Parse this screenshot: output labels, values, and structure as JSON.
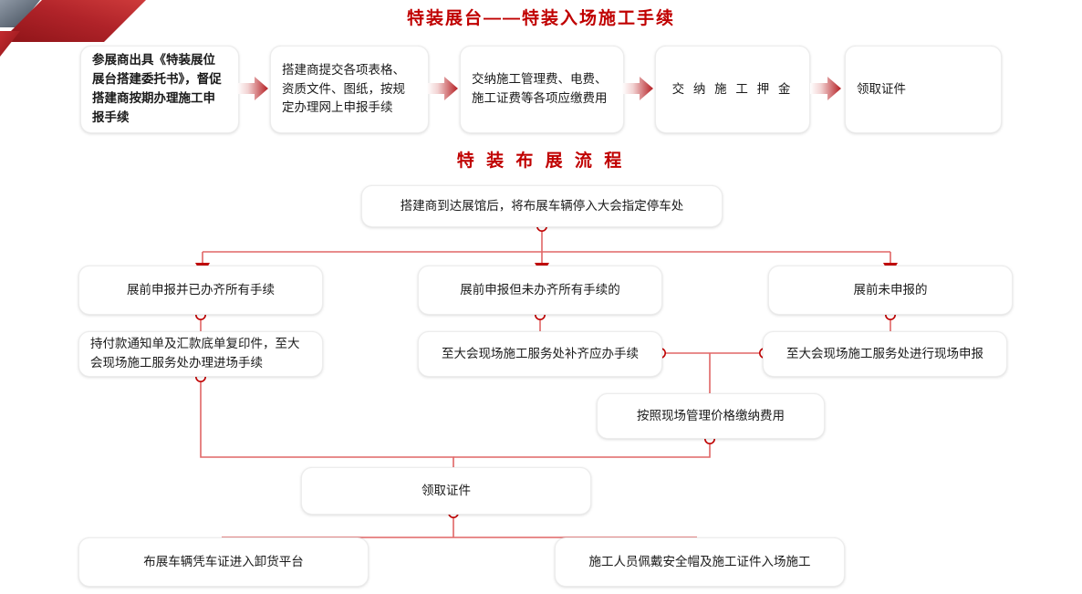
{
  "page": {
    "title_main": "特装展台——特装入场施工手续",
    "title_second": "特 装 布 展 流 程",
    "accent_red": "#C00000",
    "line_red": "#E06666",
    "arrowhead_red": "#C00000",
    "box_border": "#EDEDED",
    "corner_red_dark": "#9E1B20",
    "corner_red_light": "#C0272D",
    "corner_slate_dark": "#3F4A57",
    "corner_slate_light": "#8F99A6"
  },
  "procedure_flow": {
    "steps": [
      {
        "id": "step-1",
        "text": "参展商出具《特装展位展台搭建委托书》，督促搭建商按期办理施工申报手续",
        "align": "left",
        "bold": true
      },
      {
        "id": "step-2",
        "text": "搭建商提交各项表格、资质文件、图纸，按规定办理网上申报手续",
        "align": "left",
        "bold": false
      },
      {
        "id": "step-3",
        "text": "交纳施工管理费、电费、施工证费等各项应缴费用",
        "align": "left",
        "bold": false
      },
      {
        "id": "step-4",
        "text": "交 纳 施 工 押 金",
        "align": "center",
        "bold": false
      },
      {
        "id": "step-5",
        "text": "领取证件",
        "align": "left",
        "bold": false
      }
    ],
    "arrow_icon": "arrow-right-icon",
    "arrow_count": 4
  },
  "setup_flow": {
    "nodes": [
      {
        "id": "node-arrive",
        "text": "搭建商到达展馆后，将布展车辆停入大会指定停车处"
      },
      {
        "id": "node-branch-a",
        "text": "展前申报并已办齐所有手续"
      },
      {
        "id": "node-branch-b",
        "text": "展前申报但未办齐所有手续的"
      },
      {
        "id": "node-branch-c",
        "text": "展前未申报的"
      },
      {
        "id": "node-a-action",
        "text": "持付款通知单及汇款底单复印件，至大会现场施工服务处办理进场手续"
      },
      {
        "id": "node-b-action",
        "text": "至大会现场施工服务处补齐应办手续"
      },
      {
        "id": "node-c-action",
        "text": "至大会现场施工服务处进行现场申报"
      },
      {
        "id": "node-pay",
        "text": "按照现场管理价格缴纳费用"
      },
      {
        "id": "node-badge",
        "text": "领取证件"
      },
      {
        "id": "node-vehicle",
        "text": "布展车辆凭车证进入卸货平台"
      },
      {
        "id": "node-worker",
        "text": "施工人员佩戴安全帽及施工证件入场施工"
      }
    ]
  }
}
